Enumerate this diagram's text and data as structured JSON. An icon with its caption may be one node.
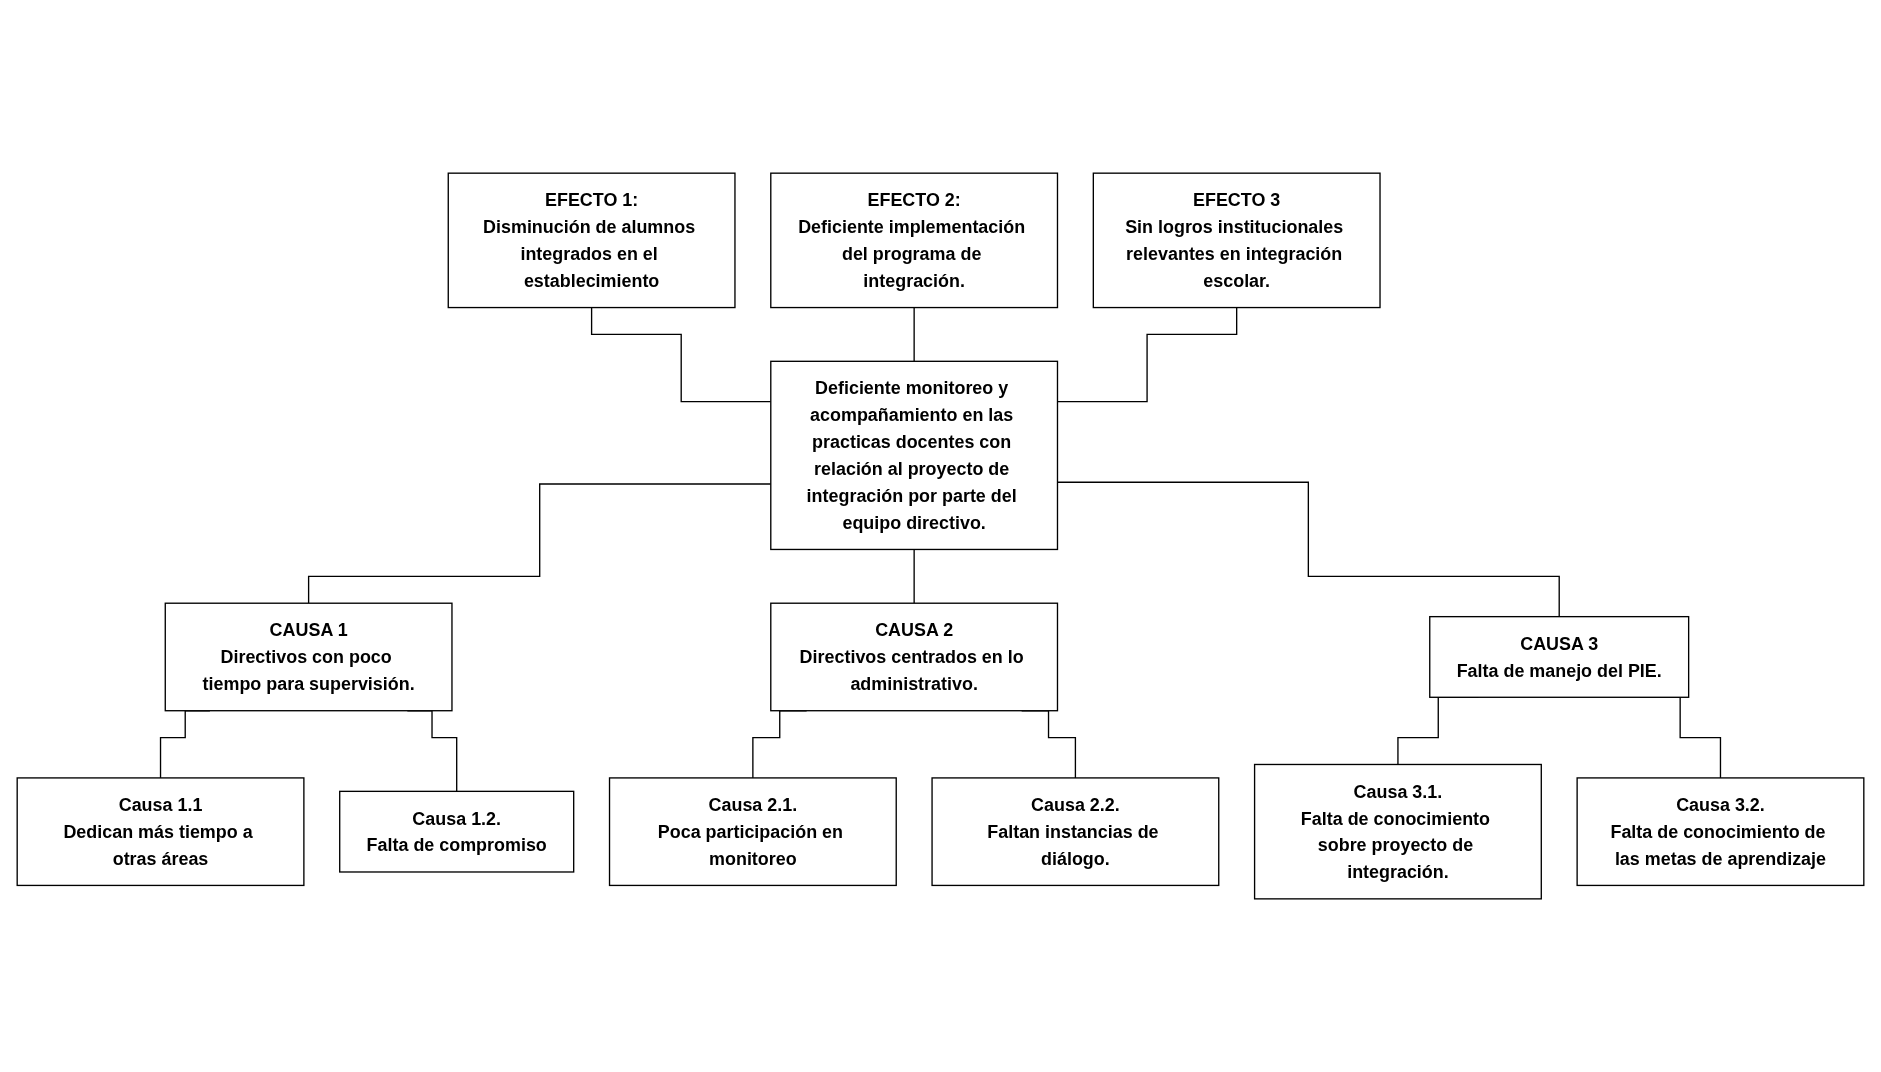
{
  "diagram": {
    "nodes": [
      {
        "text": [
          "EFECTO 1:",
          "Disminución de alumnos integrados en el establecimiento"
        ]
      },
      {
        "text": [
          "EFECTO 2:",
          "Deficiente implementación del programa de integración."
        ]
      },
      {
        "text": [
          "EFECTO 3",
          "Sin logros institucionales relevantes en integración escolar."
        ]
      },
      {
        "text": [
          "Deficiente monitoreo y acompañamiento en las practicas docentes con relación al proyecto de integración por parte del equipo directivo."
        ]
      },
      {
        "text": [
          "CAUSA 1",
          "Directivos con poco tiempo para supervisión."
        ]
      },
      {
        "text": [
          "CAUSA 2",
          "Directivos centrados en lo administrativo."
        ]
      },
      {
        "text": [
          "CAUSA 3",
          "Falta de manejo del PIE."
        ]
      },
      {
        "text": [
          "Causa 1.1",
          "Dedican más tiempo a otras áreas"
        ]
      },
      {
        "text": [
          "Causa 1.2.",
          "Falta de compromiso"
        ]
      },
      {
        "text": [
          "Causa 2.1.",
          "Poca participación en monitoreo"
        ]
      },
      {
        "text": [
          "Causa 2.2.",
          "Faltan instancias de diálogo."
        ]
      },
      {
        "text": [
          "Causa 3.1.",
          "Falta de conocimiento sobre proyecto de integración."
        ]
      },
      {
        "text": [
          "Causa 3.2.",
          "Falta de conocimiento de las metas de aprendizaje"
        ]
      }
    ],
    "edges": [
      {
        "from": 0,
        "to": 3,
        "arrow": "none"
      },
      {
        "from": 1,
        "to": 3,
        "arrow": "none"
      },
      {
        "from": 2,
        "to": 3,
        "arrow": "none"
      },
      {
        "from": 3,
        "to": 4,
        "arrow": "none"
      },
      {
        "from": 3,
        "to": 5,
        "arrow": "none"
      },
      {
        "from": 3,
        "to": 6,
        "arrow": "none"
      },
      {
        "from": 4,
        "to": 7,
        "arrow": "none"
      },
      {
        "from": 4,
        "to": 8,
        "arrow": "none"
      },
      {
        "from": 5,
        "to": 9,
        "arrow": "none"
      },
      {
        "from": 5,
        "to": 10,
        "arrow": "none"
      },
      {
        "from": 6,
        "to": 11,
        "arrow": "none"
      },
      {
        "from": 6,
        "to": 12,
        "arrow": "none"
      }
    ]
  }
}
